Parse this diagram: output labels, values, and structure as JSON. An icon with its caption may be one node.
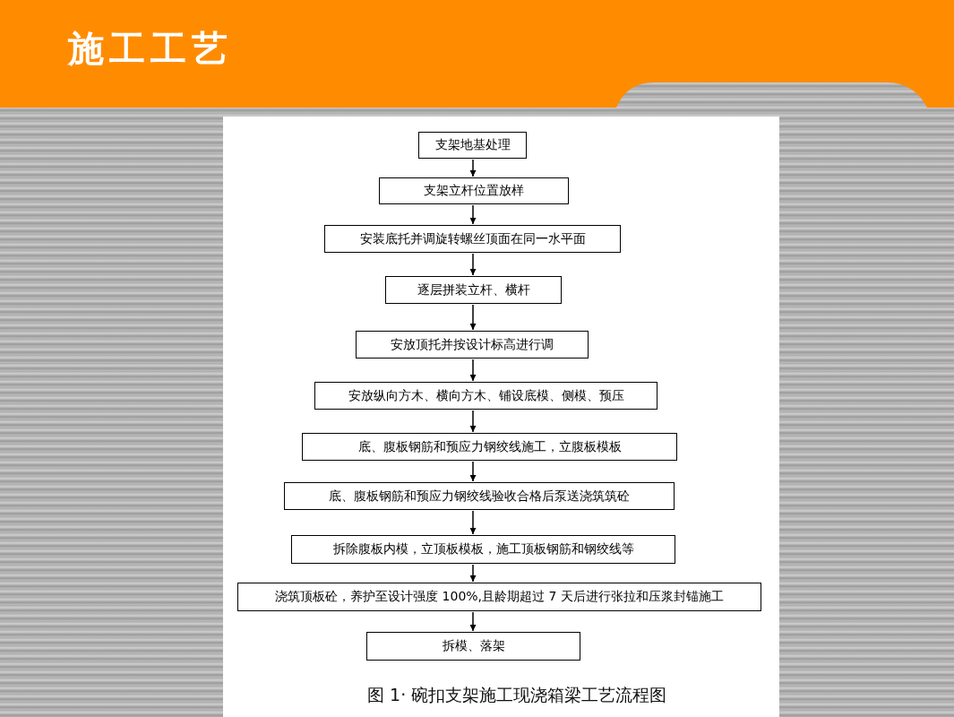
{
  "diagram": {
    "title": "施工工艺",
    "caption": "图 1· 碗扣支架施工现浇箱梁工艺流程图",
    "nodes": [
      {
        "text": [
          "支架地基处理"
        ]
      },
      {
        "text": [
          "支架立杆位置放样"
        ]
      },
      {
        "text": [
          "安装底托并调旋转螺丝顶面在同一水平面"
        ]
      },
      {
        "text": [
          "逐层拼装立杆、横杆"
        ]
      },
      {
        "text": [
          "安放顶托并按设计标高进行调"
        ]
      },
      {
        "text": [
          "安放纵向方木、横向方木、铺设底模、侧模、预压"
        ]
      },
      {
        "text": [
          "底、腹板钢筋和预应力钢绞线施工，立腹板模板"
        ]
      },
      {
        "text": [
          "底、腹板钢筋和预应力钢绞线验收合格后泵送浇筑筑砼"
        ]
      },
      {
        "text": [
          "拆除腹板内模，立顶板模板，施工顶板钢筋和钢绞线等"
        ]
      },
      {
        "text": [
          "浇筑顶板砼，养护至设计强度 100%,且龄期超过 7 天后进行张拉和压浆封锚施工"
        ]
      },
      {
        "text": [
          "拆模、落架"
        ]
      }
    ],
    "edges": [
      {
        "from": 0,
        "to": 1,
        "arrow": "to"
      },
      {
        "from": 1,
        "to": 2,
        "arrow": "to"
      },
      {
        "from": 2,
        "to": 3,
        "arrow": "to"
      },
      {
        "from": 3,
        "to": 4,
        "arrow": "to"
      },
      {
        "from": 4,
        "to": 5,
        "arrow": "to"
      },
      {
        "from": 5,
        "to": 6,
        "arrow": "to"
      },
      {
        "from": 6,
        "to": 7,
        "arrow": "to"
      },
      {
        "from": 7,
        "to": 8,
        "arrow": "to"
      },
      {
        "from": 8,
        "to": 9,
        "arrow": "to"
      },
      {
        "from": 9,
        "to": 10,
        "arrow": "to"
      }
    ]
  }
}
